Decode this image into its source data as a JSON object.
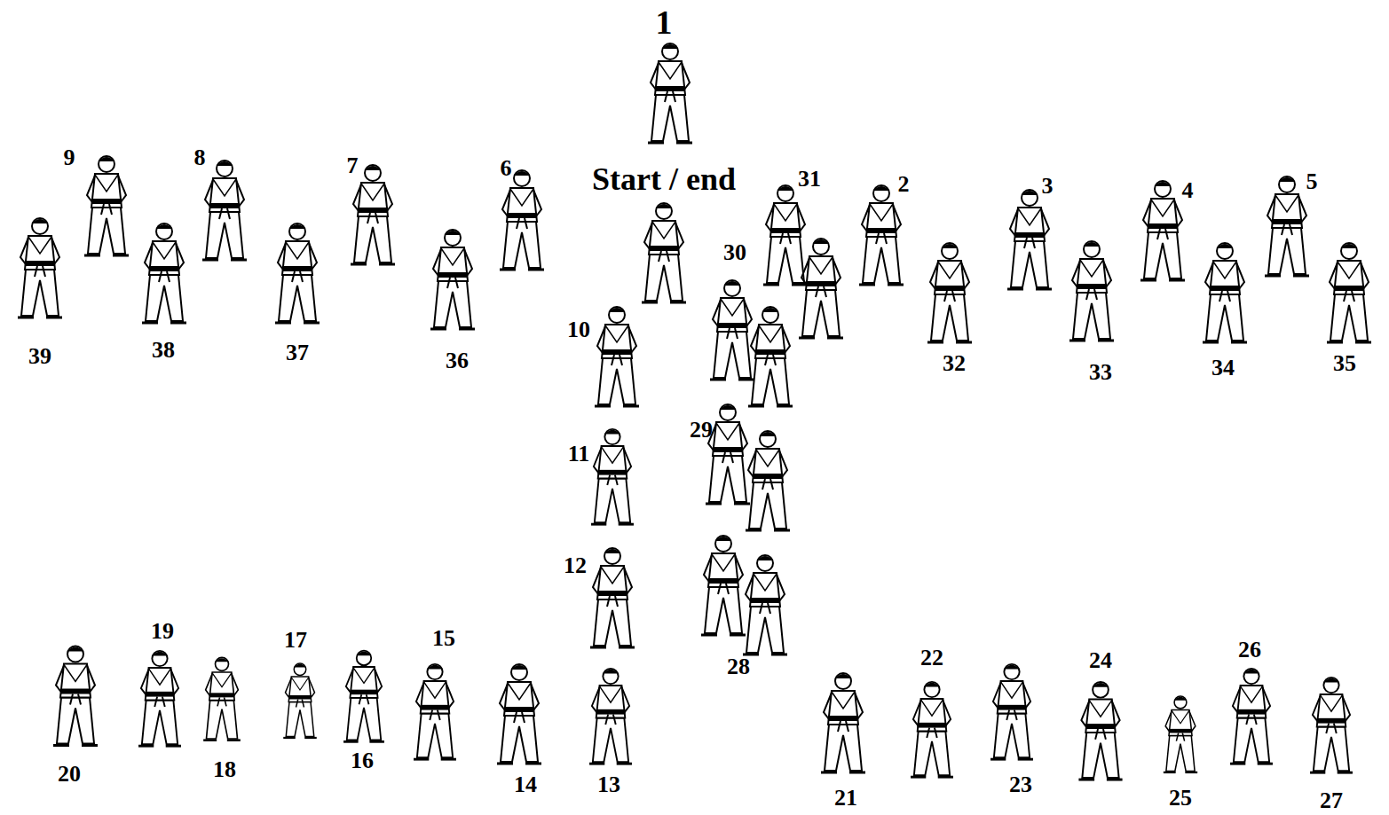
{
  "diagram": {
    "labels": [
      "1",
      "Start / end",
      "9",
      "8",
      "7",
      "6",
      "31",
      "2",
      "3",
      "4",
      "5",
      "39",
      "38",
      "37",
      "36",
      "32",
      "33",
      "34",
      "35",
      "30",
      "10",
      "29",
      "11",
      "12",
      "28",
      "19",
      "17",
      "15",
      "22",
      "24",
      "26",
      "20",
      "18",
      "16",
      "14",
      "13",
      "21",
      "23",
      "25",
      "27"
    ]
  }
}
